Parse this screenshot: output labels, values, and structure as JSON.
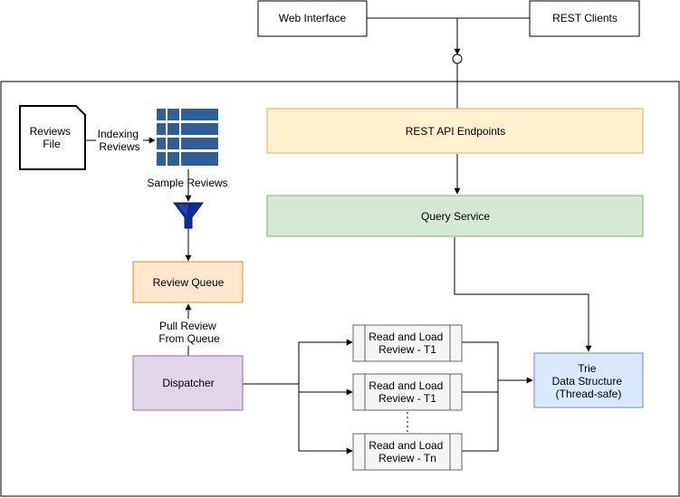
{
  "external": {
    "web_interface": "Web Interface",
    "rest_clients": "REST Clients"
  },
  "nodes": {
    "reviews_file": [
      "Reviews",
      "File"
    ],
    "indexing_edge": [
      "Indexing",
      "Reviews"
    ],
    "sample_reviews": "Sample Reviews",
    "review_queue": "Review Queue",
    "pull_edge": [
      "Pull Review",
      "From Queue"
    ],
    "dispatcher": "Dispatcher",
    "rest_api": "REST API Endpoints",
    "query_service": "Query Service",
    "worker_1": [
      "Read and Load",
      "Review - T1"
    ],
    "worker_2": [
      "Read and Load",
      "Review - T1"
    ],
    "worker_n": [
      "Read and Load",
      "Review - Tn"
    ],
    "trie": [
      "Trie",
      "Data Structure",
      "(Thread-safe)"
    ]
  },
  "colors": {
    "yellow_fill": "#fff2cc",
    "yellow_stroke": "#d6b656",
    "green_fill": "#d5e8d4",
    "green_stroke": "#82b366",
    "orange_fill": "#ffe6cc",
    "orange_stroke": "#d79b00",
    "purple_fill": "#e1d5e7",
    "purple_stroke": "#9673a6",
    "blue_fill": "#dae8fc",
    "blue_stroke": "#6c8ebf",
    "table_blue": "#2f5f9a",
    "funnel_blue": "#0a2a9e"
  }
}
